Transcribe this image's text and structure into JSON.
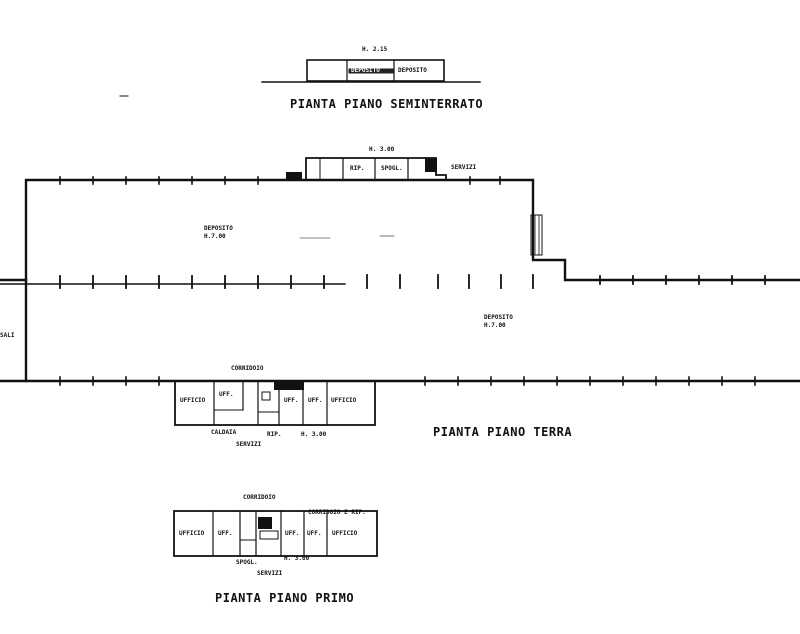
{
  "basement": {
    "title": "PIANTA PIANO SEMINTERRATO",
    "height": "H. 2.15",
    "rooms": [
      "DEPOSITO",
      "DEPOSITO"
    ]
  },
  "ground": {
    "title": "PIANTA PIANO TERRA",
    "height_top": "H. 3.00",
    "room_rip": "RIP.",
    "room_spogl": "SPOGL.",
    "room_servizi": "SERVIZI",
    "deposito_left": "DEPOSITO",
    "deposito_left_h": "H.7.00",
    "deposito_right": "DEPOSITO",
    "deposito_right_h": "H.7.00",
    "edge_label": "SALI",
    "corridoio": "CORRIDOIO",
    "ufficio_left": "UFFICIO",
    "uff_1": "UFF.",
    "uff_2": "UFF.",
    "uff_3": "UFF.",
    "ufficio_right": "UFFICIO",
    "caldaia": "CALDAIA",
    "rip_bottom": "RIP.",
    "servizi_bottom": "SERVIZI",
    "height_bottom": "H. 3.00"
  },
  "first": {
    "title": "PIANTA PIANO PRIMO",
    "corridoio": "CORRIDOIO",
    "ufficio_left": "UFFICIO",
    "uff_1": "UFF.",
    "uff_2": "UFF.",
    "uff_3": "UFF.",
    "ufficio_right": "UFFICIO",
    "top_right": "CORRIDOIO E RIP.",
    "spogl": "SPOGL.",
    "servizi": "SERVIZI",
    "height": "H. 3.00"
  }
}
